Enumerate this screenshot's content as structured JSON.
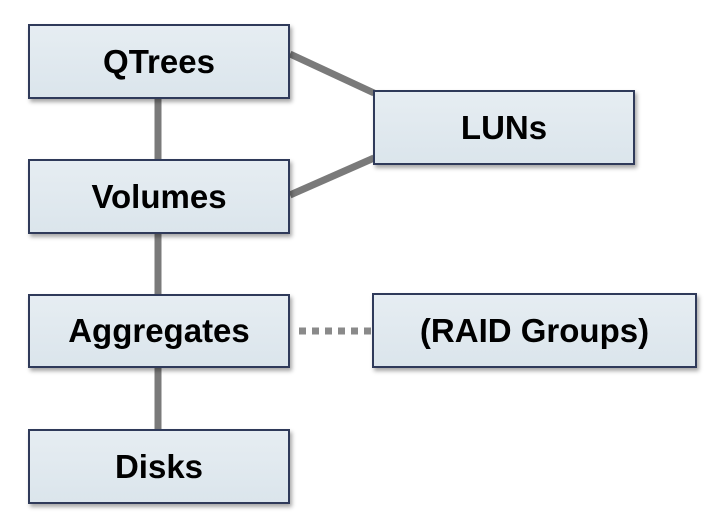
{
  "diagram": {
    "title": "Storage hierarchy",
    "nodes": {
      "qtrees": "QTrees",
      "volumes": "Volumes",
      "aggregates": "Aggregates",
      "disks": "Disks",
      "luns": "LUNs",
      "raid_groups": "(RAID Groups)"
    },
    "edges": [
      {
        "from": "QTrees",
        "to": "Volumes",
        "style": "solid"
      },
      {
        "from": "QTrees",
        "to": "LUNs",
        "style": "solid"
      },
      {
        "from": "Volumes",
        "to": "LUNs",
        "style": "solid"
      },
      {
        "from": "Volumes",
        "to": "Aggregates",
        "style": "solid"
      },
      {
        "from": "Aggregates",
        "to": "Disks",
        "style": "solid"
      },
      {
        "from": "Aggregates",
        "to": "(RAID Groups)",
        "style": "dotted"
      }
    ],
    "colors": {
      "node_fill": "#dfe8ee",
      "node_border": "#2f3a5a",
      "connector": "#7a7a7a"
    }
  }
}
